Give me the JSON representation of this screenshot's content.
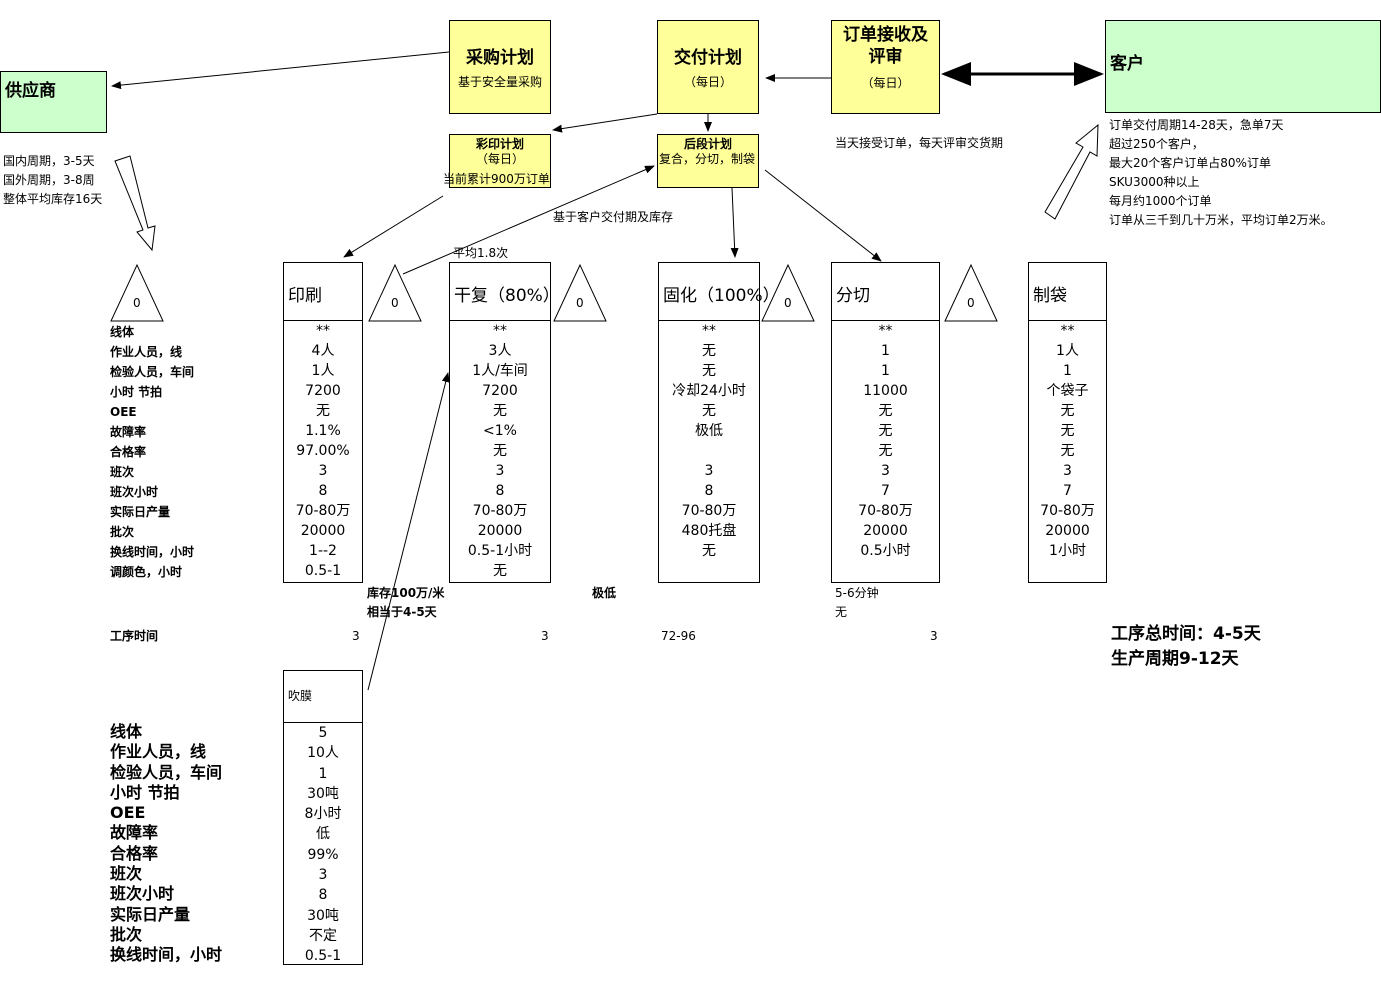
{
  "supplier": {
    "title": "供应商",
    "notes": [
      "国内周期，3-5天",
      "国外周期，3-8周",
      "整体平均库存16天"
    ]
  },
  "customer": {
    "title": "客户",
    "notes": [
      "订单交付周期14-28天，急单7天",
      "超过250个客户，",
      "最大20个客户订单占80%订单",
      "SKU3000种以上",
      "每月约1000个订单",
      "订单从三千到几十万米，平均订单2万米。"
    ]
  },
  "purchase_plan": {
    "title": "采购计划",
    "sub": "基于安全量采购"
  },
  "delivery_plan": {
    "title": "交付计划",
    "sub": "（每日）"
  },
  "order_review": {
    "title": "订单接收及评审",
    "sub": "（每日）",
    "note": "当天接受订单，每天评审交货期"
  },
  "color_print_plan": {
    "title": "彩印计划",
    "sub": "（每日）",
    "note": "当前累计900万订单"
  },
  "back_plan": {
    "title": "后段计划",
    "sub": "复合，分切，制袋",
    "note": "基于客户交付期及库存"
  },
  "avg_note": "平均1.8次",
  "row_labels": [
    "线体",
    "作业人员，线",
    "检验人员，车间",
    "小时 节拍",
    "OEE",
    "故障率",
    "合格率",
    "班次",
    "班次小时",
    "实际日产量",
    "批次",
    "换线时间，小时",
    "调颜色，小时"
  ],
  "inventory": [
    "0",
    "0",
    "0",
    "0",
    "0"
  ],
  "processes": [
    {
      "name": "印刷",
      "values": [
        "**",
        "4人",
        "1人",
        "7200",
        "无",
        "1.1%",
        "97.00%",
        "3",
        "8",
        "70-80万",
        "20000",
        "1--2",
        "0.5-1"
      ]
    },
    {
      "name": "干复（80%）",
      "values": [
        "**",
        "3人",
        "1人/车间",
        "7200",
        "无",
        "<1%",
        "无",
        "3",
        "8",
        "70-80万",
        "20000",
        "0.5-1小时",
        "无"
      ]
    },
    {
      "name": "固化（100%）",
      "values": [
        "**",
        "无",
        "无",
        "冷却24小时",
        "无",
        "极低",
        "",
        "3",
        "8",
        "70-80万",
        "480托盘",
        "无",
        ""
      ]
    },
    {
      "name": "分切",
      "values": [
        "**",
        "1",
        "1",
        "11000",
        "无",
        "无",
        "无",
        "3",
        "7",
        "70-80万",
        "20000",
        "0.5小时",
        ""
      ]
    },
    {
      "name": "制袋",
      "values": [
        "**",
        "1人",
        "1",
        "个袋子",
        "无",
        "无",
        "无",
        "3",
        "7",
        "70-80万",
        "20000",
        "1小时",
        ""
      ]
    }
  ],
  "below_notes": {
    "stock": "库存100万/米",
    "equiv": "相当于4-5天",
    "very_low": "极低",
    "slit_change": "5-6分钟",
    "slit_none": "无"
  },
  "process_time": {
    "label": "工序时间",
    "values": [
      "3",
      "3",
      "72-96",
      "3"
    ]
  },
  "totals": {
    "process_total": "工序总时间：4-5天",
    "production_cycle": "生产周期9-12天"
  },
  "film": {
    "name": "吹膜",
    "labels": [
      "线体",
      "作业人员，线",
      "检验人员，车间",
      "小时 节拍",
      "OEE",
      "故障率",
      "合格率",
      "班次",
      "班次小时",
      "实际日产量",
      "批次",
      "换线时间，小时"
    ],
    "values": [
      "5",
      "10人",
      "1",
      "30吨",
      "8小时",
      "低",
      "99%",
      "3",
      "8",
      "30吨",
      "不定",
      "0.5-1"
    ]
  }
}
